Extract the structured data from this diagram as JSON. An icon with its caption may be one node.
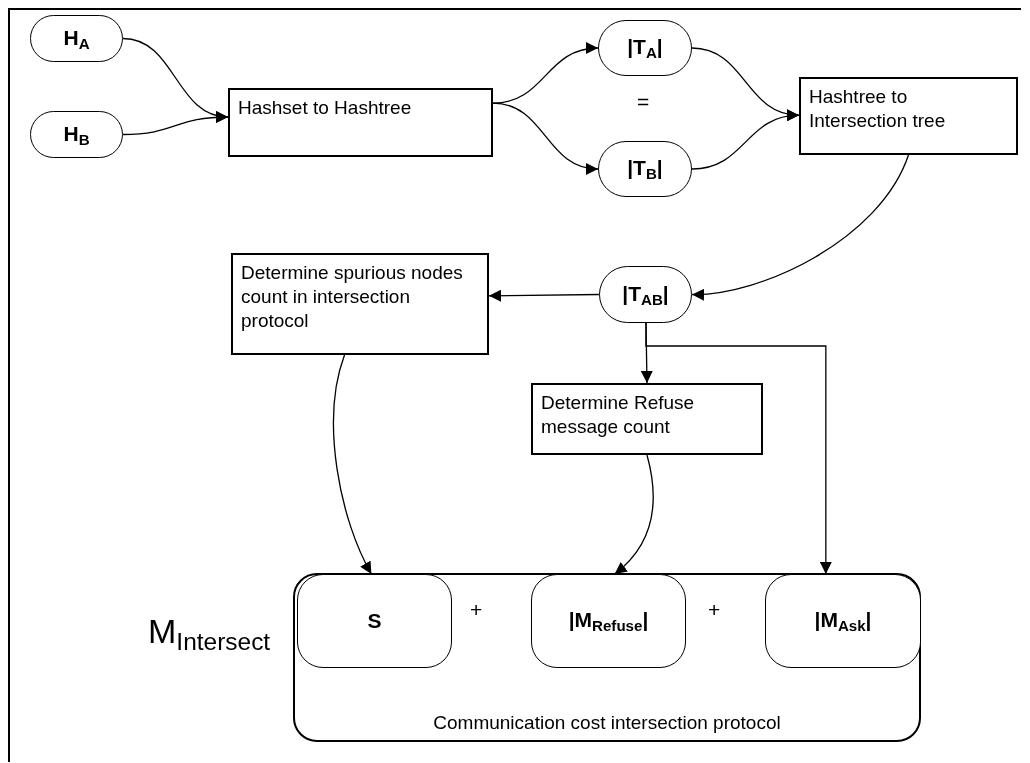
{
  "diagram": {
    "nodes": [
      {
        "text": [
          "H$_{A}$"
        ]
      },
      {
        "text": [
          "H$_{B}$"
        ]
      },
      {
        "text": [
          "Hashset to Hashtree"
        ]
      },
      {
        "text": [
          "|T$_{A}$|"
        ]
      },
      {
        "text": [
          "|T$_{B}$|"
        ]
      },
      {
        "text": [
          "Hashtree to Intersection tree"
        ]
      },
      {
        "text": [
          "|T$_{AB}$|"
        ]
      },
      {
        "text": [
          "Determine spurious nodes count in intersection protocol"
        ]
      },
      {
        "text": [
          "Determine Refuse message count"
        ]
      },
      {
        "text": [
          "Communication cost intersection protocol"
        ]
      },
      {
        "text": [
          "S"
        ],
        "in": 9
      },
      {
        "text": [
          "|M$_{Refuse}$|"
        ],
        "in": 9
      },
      {
        "text": [
          "|M$_{Ask}$|"
        ],
        "in": 9
      }
    ],
    "edges": [
      {
        "from": 0,
        "to": 2,
        "arrow": "to"
      },
      {
        "from": 1,
        "to": 2,
        "arrow": "to"
      },
      {
        "from": 2,
        "to": 3,
        "arrow": "to"
      },
      {
        "from": 2,
        "to": 4,
        "arrow": "to"
      },
      {
        "from": 3,
        "to": 5,
        "arrow": "to"
      },
      {
        "from": 4,
        "to": 5,
        "arrow": "to"
      },
      {
        "from": 5,
        "to": 6,
        "arrow": "to"
      },
      {
        "from": 6,
        "to": 7,
        "arrow": "to"
      },
      {
        "from": 6,
        "to": 8,
        "arrow": "to"
      },
      {
        "from": 6,
        "to": 12,
        "arrow": "to"
      },
      {
        "from": 7,
        "to": 10,
        "arrow": "to"
      },
      {
        "from": 8,
        "to": 11,
        "arrow": "to"
      }
    ],
    "labels": [
      "=",
      "+",
      "+",
      "M$_{Intersect}$"
    ]
  }
}
